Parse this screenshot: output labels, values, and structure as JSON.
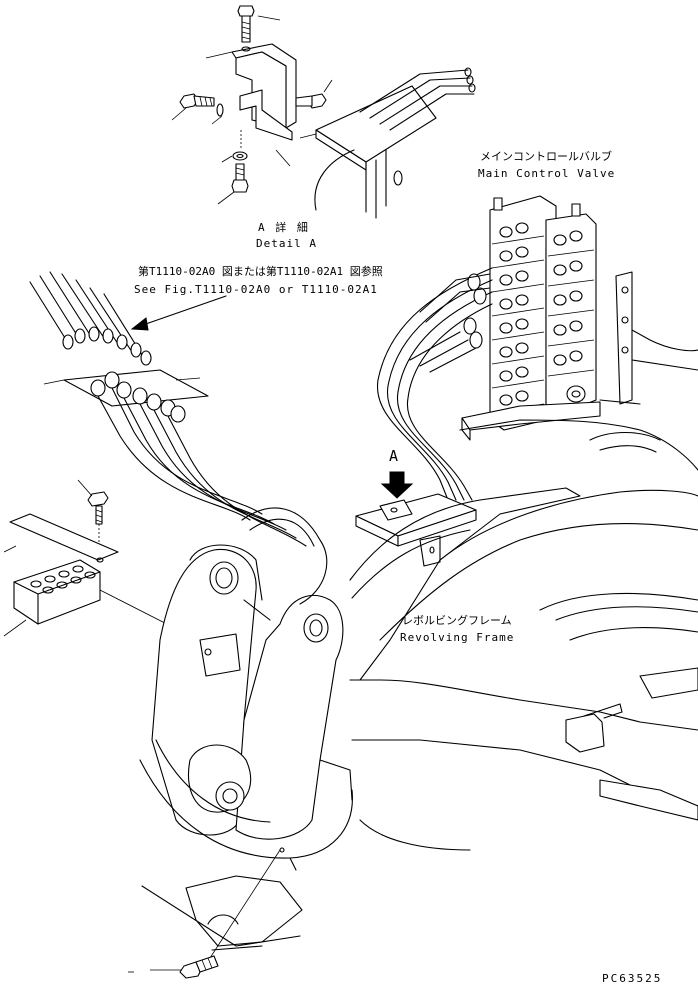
{
  "labels": {
    "detail_a_jp": "A 詳 細",
    "detail_a_en": "Detail A",
    "see_fig_jp": "第T1110-02A0 図または第T1110-02A1 図参照",
    "see_fig_en": "See Fig.T1110-02A0 or T1110-02A1",
    "main_valve_jp": "メインコントロールバルブ",
    "main_valve_en": "Main Control Valve",
    "arrow_letter": "A",
    "frame_jp": "レボルビングフレーム",
    "frame_en": "Revolving Frame",
    "drawing_no": "PC63525"
  }
}
